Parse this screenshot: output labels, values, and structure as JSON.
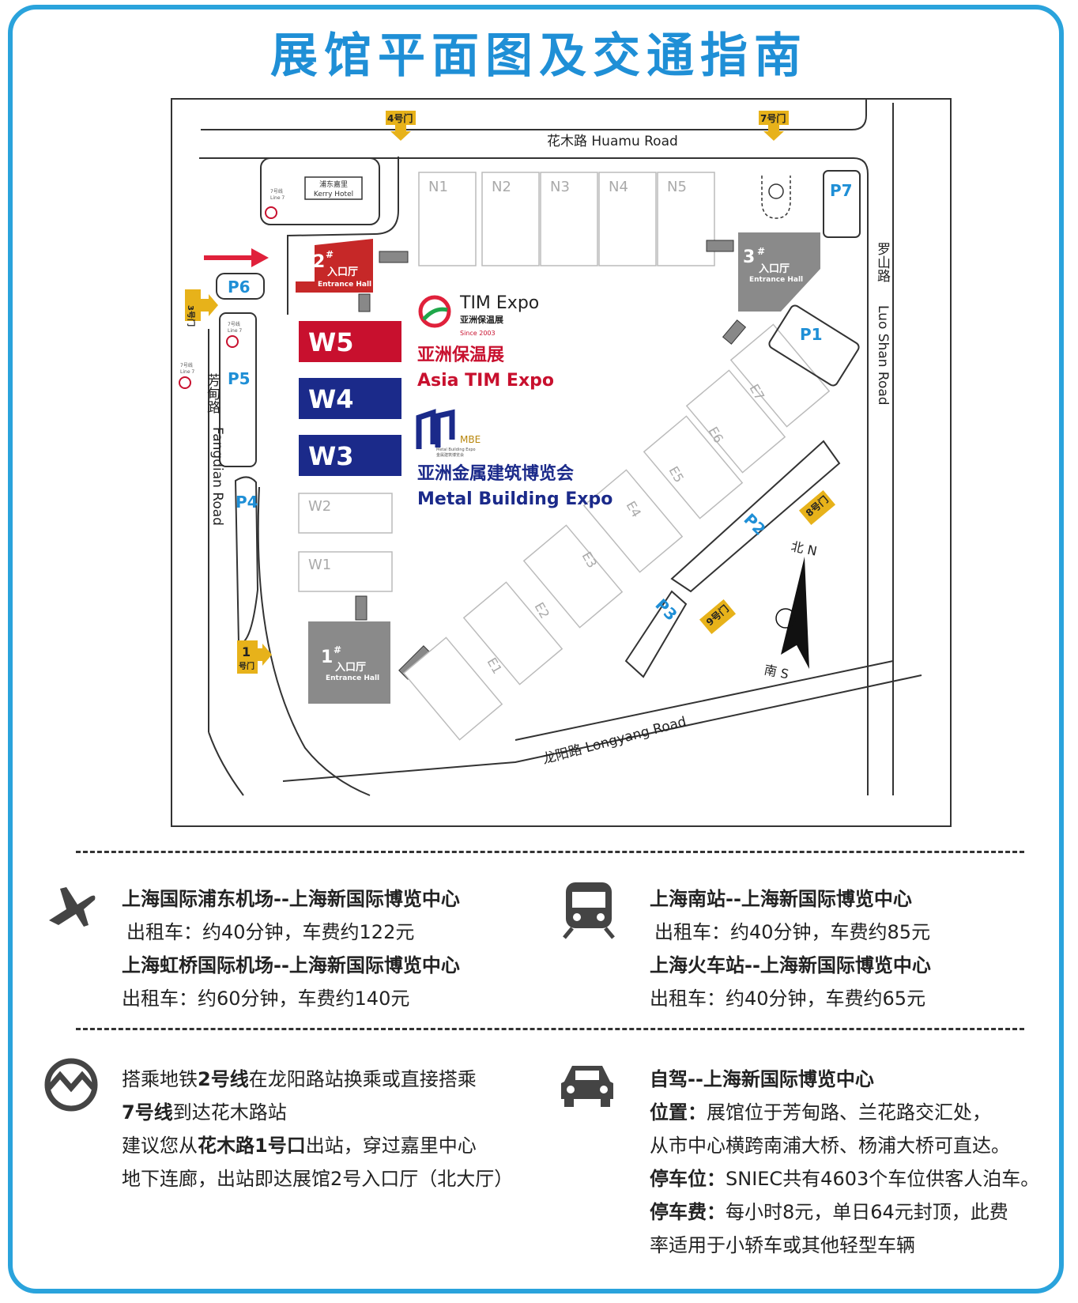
{
  "title": "展馆平面图及交通指南",
  "map": {
    "roads": {
      "huamu": "花木路  Huamu Road",
      "luoshan_cn": "罗山路",
      "luoshan_en": "Luo Shan Road",
      "fangdian_cn": "芳甸路",
      "fangdian_en": "Fangdian Road",
      "longyang": "龙阳路  Longyang Road"
    },
    "gates": {
      "g1_num": "1",
      "g1_txt": "号门",
      "g3": "3号门",
      "g4": "4号门",
      "g7": "7号门",
      "g8": "8号门",
      "g9": "9号门"
    },
    "hotel": {
      "cn": "浦东嘉里",
      "en": "Kerry Hotel"
    },
    "metro_label": {
      "cn": "7号线",
      "en": "Line 7"
    },
    "halls": {
      "n": [
        "N1",
        "N2",
        "N3",
        "N4",
        "N5"
      ],
      "w5": "W5",
      "w4": "W4",
      "w3": "W3",
      "w2": "W2",
      "w1": "W1",
      "e": [
        "E1",
        "E2",
        "E3",
        "E4",
        "E5",
        "E6",
        "E7"
      ]
    },
    "parking": [
      "P1",
      "P2",
      "P3",
      "P4",
      "P5",
      "P6",
      "P7"
    ],
    "entrances": {
      "num1": "1",
      "num2": "2",
      "num3": "3",
      "sup": "#",
      "cn": "入口厅",
      "en": "Entrance Hall"
    },
    "compass": {
      "n": "北 N",
      "s": "南 S"
    },
    "expo": {
      "tim_logo": "TIM Expo",
      "tim_logo_cn": "亚洲保温展",
      "tim_since": "Since 2003",
      "tim_cn": "亚洲保温展",
      "tim_en": "Asia TIM Expo",
      "mbe_logo": "MBE",
      "mbe_small": "Metal Building Expo",
      "mbe_small_cn": "金属建筑博览会",
      "mbe_cn": "亚洲金属建筑博览会",
      "mbe_en": "Metal Building Expo"
    },
    "colors": {
      "red": "#c8102e",
      "navy": "#1b2a8a",
      "grey": "#8a8a8a",
      "gold": "#e7b21a",
      "blue": "#1f8fd6"
    }
  },
  "transport": {
    "pudong": {
      "title": "上海国际浦东机场--上海新国际博览中心",
      "detail": "出租车：约40分钟，车费约122元"
    },
    "hongqiao": {
      "title": "上海虹桥国际机场--上海新国际博览中心",
      "detail": "出租车：约60分钟，车费约140元"
    },
    "south_station": {
      "title": "上海南站--上海新国际博览中心",
      "detail": "出租车：约40分钟，车费约85元"
    },
    "railway_station": {
      "title": "上海火车站--上海新国际博览中心",
      "detail": "出租车：约40分钟，车费约65元"
    },
    "metro": {
      "l1a": "搭乘地铁",
      "l1b": "2号线",
      "l1c": "在龙阳路站换乘或直接搭乘",
      "l2a": "7号线",
      "l2b": "到达花木路站",
      "l3a": "建议您从",
      "l3b": "花木路1号口",
      "l3c": "出站，穿过嘉里中心",
      "l4": "地下连廊，出站即达展馆2号入口厅（北大厅）"
    },
    "drive": {
      "title": "自驾--上海新国际博览中心",
      "loc_label": "位置：",
      "loc1": "展馆位于芳甸路、兰花路交汇处，",
      "loc2": "从市中心横跨南浦大桥、杨浦大桥可直达。",
      "park_label": "停车位：",
      "park": "SNIEC共有4603个车位供客人泊车。",
      "fee_label": "停车费：",
      "fee1": "每小时8元，单日64元封顶，此费",
      "fee2": "率适用于小轿车或其他轻型车辆"
    }
  }
}
